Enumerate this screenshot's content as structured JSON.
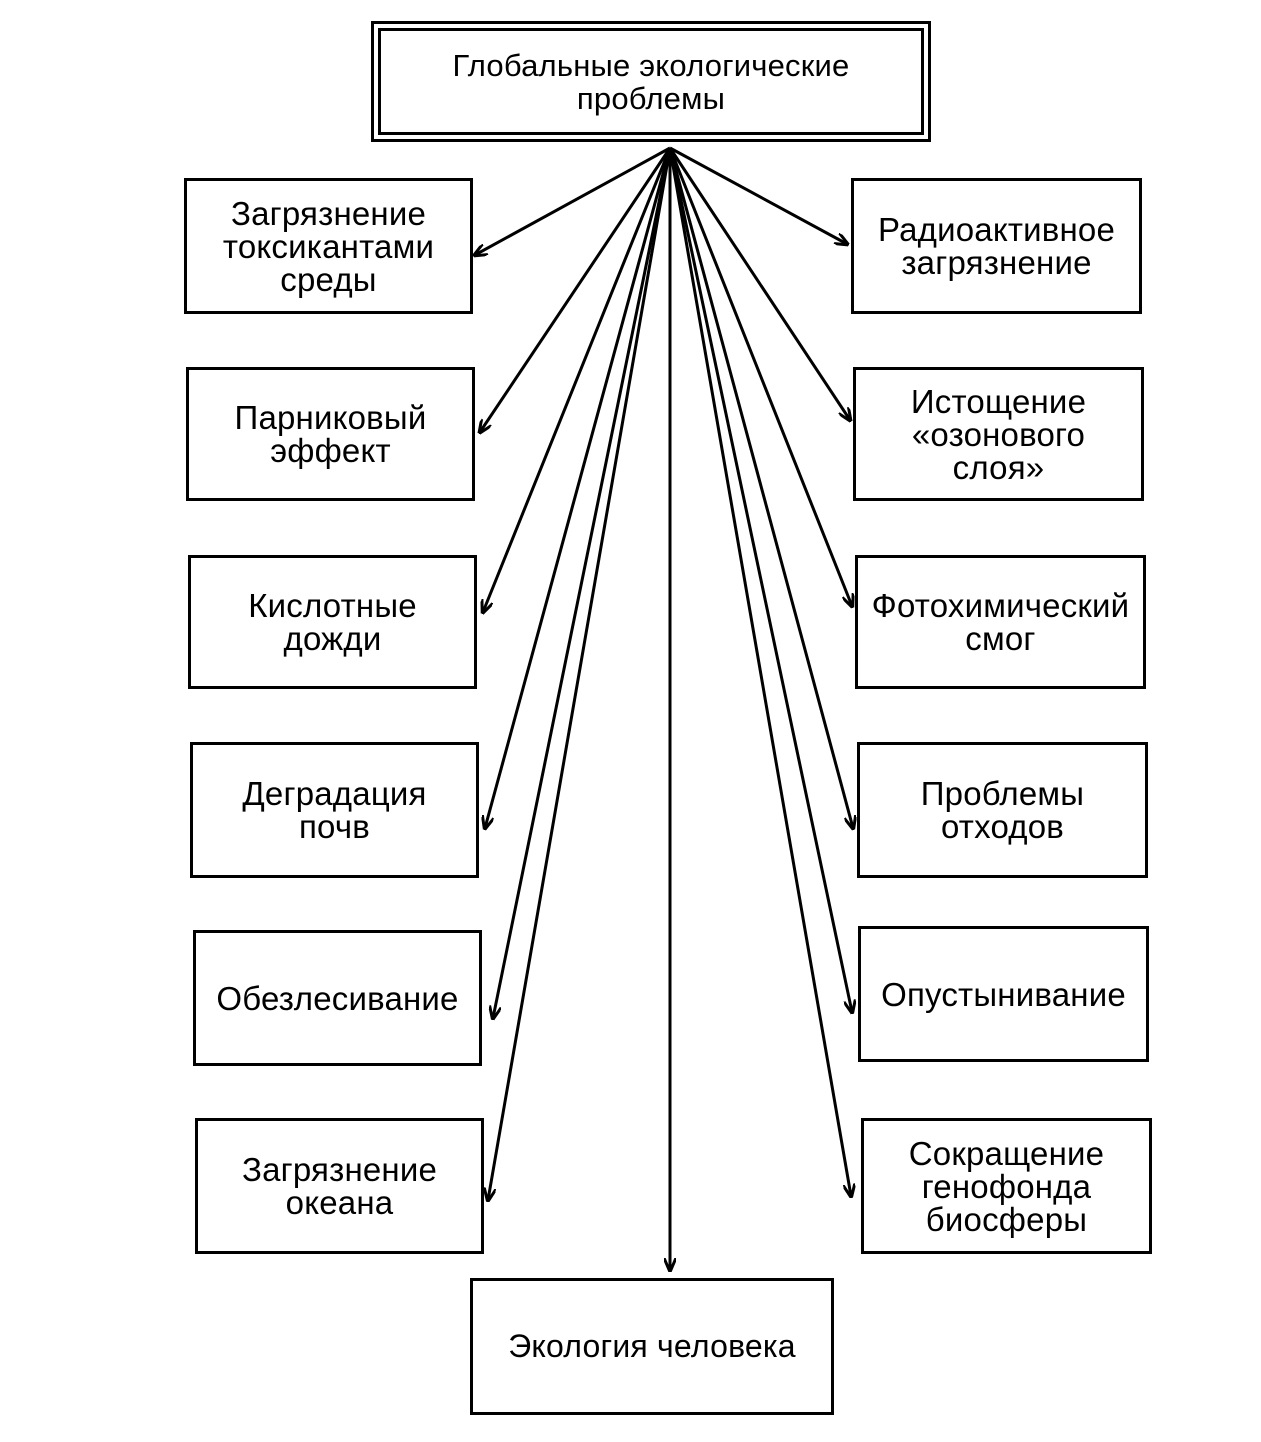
{
  "root": {
    "label": "Глобальные экологические\nпроблемы"
  },
  "left_items": [
    {
      "label": "Загрязнение\nтоксикантами\nсреды"
    },
    {
      "label": "Парниковый\nэффект"
    },
    {
      "label": "Кислотные\nдожди"
    },
    {
      "label": "Деградация\nпочв"
    },
    {
      "label": "Обезлесивание"
    },
    {
      "label": "Загрязнение\nокеана"
    }
  ],
  "right_items": [
    {
      "label": "Радиоактивное\nзагрязнение"
    },
    {
      "label": "Истощение\n«озонового\nслоя»"
    },
    {
      "label": "Фотохимический\nсмог"
    },
    {
      "label": "Проблемы\nотходов"
    },
    {
      "label": "Опустынивание"
    },
    {
      "label": "Сокращение\nгенофонда\nбиосферы"
    }
  ],
  "bottom": {
    "label": "Экология человека"
  },
  "colors": {
    "line": "#000000",
    "background": "#ffffff"
  }
}
